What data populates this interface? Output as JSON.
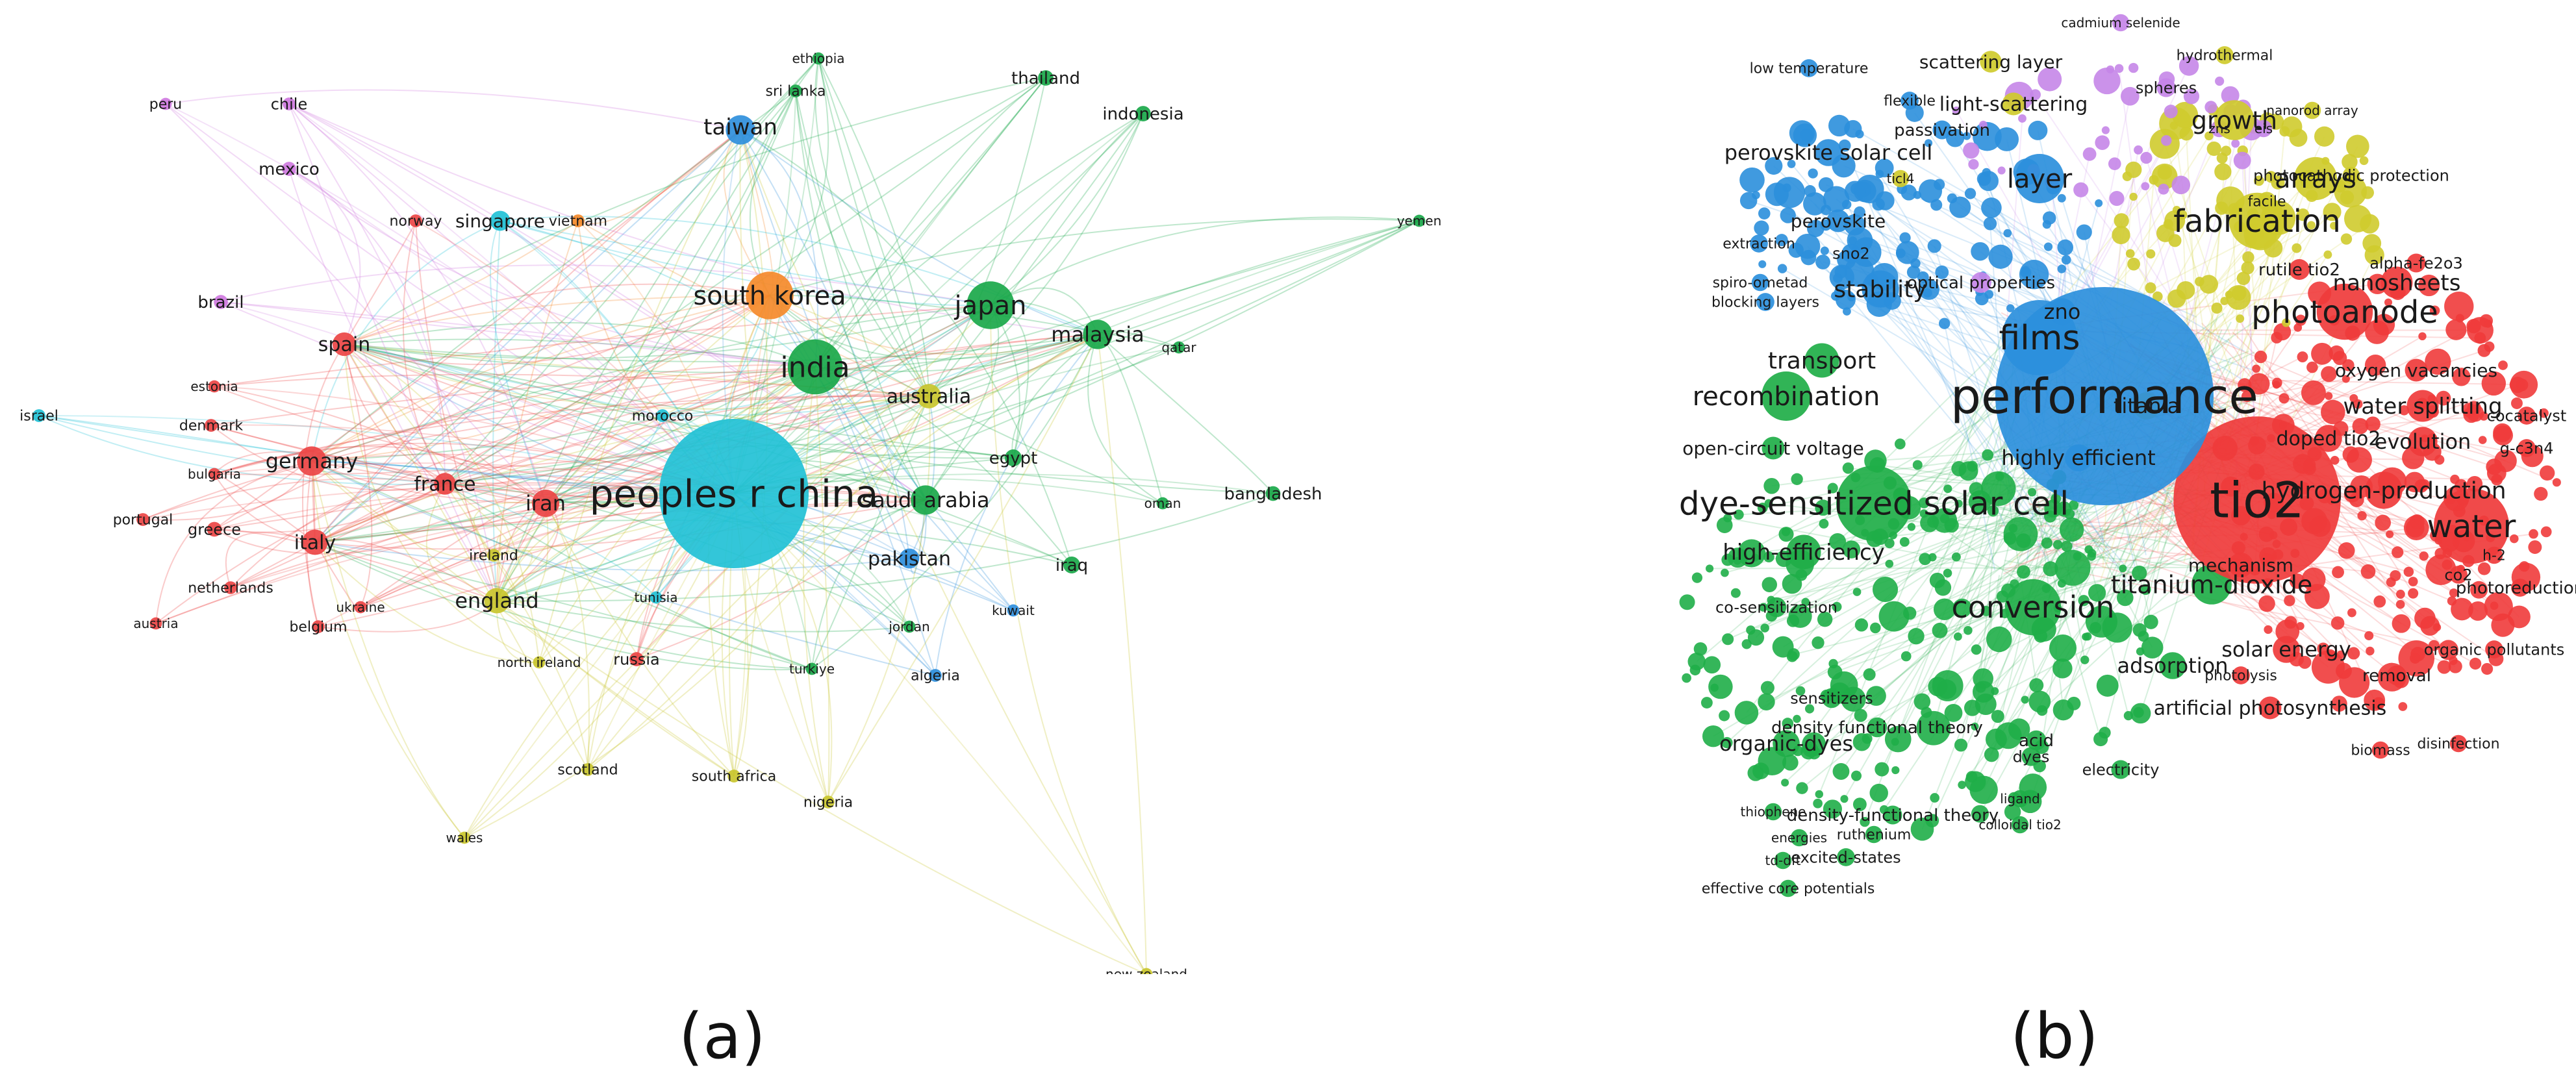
{
  "panel_a": {
    "caption": "(a)",
    "colors": {
      "cyan": "#22c1d6",
      "green": "#1aa84a",
      "lightgreen": "#38c75a",
      "orange": "#f58a2a",
      "red": "#ec4545",
      "blue": "#2f8fdc",
      "pink": "#cf7adf",
      "yellow": "#c9c62e"
    },
    "nodes": [
      {
        "label": "peoples r china",
        "cluster": "cyan",
        "weight": 10
      },
      {
        "label": "india",
        "cluster": "green",
        "weight": 5
      },
      {
        "label": "south korea",
        "cluster": "orange",
        "weight": 4.5
      },
      {
        "label": "japan",
        "cluster": "green",
        "weight": 4.5
      },
      {
        "label": "taiwan",
        "cluster": "blue",
        "weight": 3
      },
      {
        "label": "malaysia",
        "cluster": "green",
        "weight": 3
      },
      {
        "label": "saudi arabia",
        "cluster": "green",
        "weight": 3
      },
      {
        "label": "australia",
        "cluster": "yellow",
        "weight": 2.5
      },
      {
        "label": "germany",
        "cluster": "red",
        "weight": 3
      },
      {
        "label": "iran",
        "cluster": "red",
        "weight": 2.8
      },
      {
        "label": "spain",
        "cluster": "red",
        "weight": 2.4
      },
      {
        "label": "italy",
        "cluster": "red",
        "weight": 2.6
      },
      {
        "label": "england",
        "cluster": "yellow",
        "weight": 2.6
      },
      {
        "label": "france",
        "cluster": "red",
        "weight": 2.2
      },
      {
        "label": "singapore",
        "cluster": "cyan",
        "weight": 2
      },
      {
        "label": "pakistan",
        "cluster": "blue",
        "weight": 2
      },
      {
        "label": "egypt",
        "cluster": "green",
        "weight": 1.6
      },
      {
        "label": "iraq",
        "cluster": "green",
        "weight": 1.6
      },
      {
        "label": "thailand",
        "cluster": "green",
        "weight": 1.4
      },
      {
        "label": "indonesia",
        "cluster": "green",
        "weight": 1.4
      },
      {
        "label": "bangladesh",
        "cluster": "green",
        "weight": 1.3
      },
      {
        "label": "mexico",
        "cluster": "pink",
        "weight": 1.2
      },
      {
        "label": "brazil",
        "cluster": "pink",
        "weight": 1.2
      },
      {
        "label": "chile",
        "cluster": "pink",
        "weight": 1
      },
      {
        "label": "peru",
        "cluster": "pink",
        "weight": 0.9
      },
      {
        "label": "norway",
        "cluster": "red",
        "weight": 1
      },
      {
        "label": "vietnam",
        "cluster": "orange",
        "weight": 1
      },
      {
        "label": "ethiopia",
        "cluster": "green",
        "weight": 0.9
      },
      {
        "label": "sri lanka",
        "cluster": "green",
        "weight": 1
      },
      {
        "label": "qatar",
        "cluster": "green",
        "weight": 0.9
      },
      {
        "label": "oman",
        "cluster": "green",
        "weight": 0.9
      },
      {
        "label": "yemen",
        "cluster": "green",
        "weight": 0.9
      },
      {
        "label": "morocco",
        "cluster": "cyan",
        "weight": 1
      },
      {
        "label": "israel",
        "cluster": "cyan",
        "weight": 1
      },
      {
        "label": "estonia",
        "cluster": "red",
        "weight": 0.9
      },
      {
        "label": "denmark",
        "cluster": "red",
        "weight": 1
      },
      {
        "label": "bulgaria",
        "cluster": "red",
        "weight": 0.9
      },
      {
        "label": "portugal",
        "cluster": "red",
        "weight": 1
      },
      {
        "label": "greece",
        "cluster": "red",
        "weight": 1.3
      },
      {
        "label": "netherlands",
        "cluster": "red",
        "weight": 1
      },
      {
        "label": "ukraine",
        "cluster": "red",
        "weight": 0.9
      },
      {
        "label": "austria",
        "cluster": "red",
        "weight": 0.9
      },
      {
        "label": "belgium",
        "cluster": "red",
        "weight": 1
      },
      {
        "label": "ireland",
        "cluster": "yellow",
        "weight": 1
      },
      {
        "label": "north ireland",
        "cluster": "yellow",
        "weight": 0.9
      },
      {
        "label": "russia",
        "cluster": "red",
        "weight": 1.2
      },
      {
        "label": "tunisia",
        "cluster": "cyan",
        "weight": 0.9
      },
      {
        "label": "jordan",
        "cluster": "green",
        "weight": 0.9
      },
      {
        "label": "kuwait",
        "cluster": "blue",
        "weight": 0.9
      },
      {
        "label": "turkiye",
        "cluster": "green",
        "weight": 0.9
      },
      {
        "label": "algeria",
        "cluster": "blue",
        "weight": 1
      },
      {
        "label": "scotland",
        "cluster": "yellow",
        "weight": 1
      },
      {
        "label": "south africa",
        "cluster": "yellow",
        "weight": 1
      },
      {
        "label": "nigeria",
        "cluster": "yellow",
        "weight": 1
      },
      {
        "label": "wales",
        "cluster": "yellow",
        "weight": 0.9
      },
      {
        "label": "new zealand",
        "cluster": "yellow",
        "weight": 0.9
      }
    ]
  },
  "panel_b": {
    "caption": "(b)",
    "colors": {
      "red": "#ef3b3b",
      "green": "#1fae48",
      "blue": "#2b8fdc",
      "yellow": "#cfcb2d",
      "purple": "#c586e8",
      "cyan": "#1fc0d0"
    },
    "nodes": [
      {
        "label": "performance",
        "cluster": "blue",
        "weight": 10
      },
      {
        "label": "tio2",
        "cluster": "red",
        "weight": 8.5
      },
      {
        "label": "films",
        "cluster": "blue",
        "weight": 5
      },
      {
        "label": "dye-sensitized solar cell",
        "cluster": "green",
        "weight": 5
      },
      {
        "label": "water",
        "cluster": "red",
        "weight": 5
      },
      {
        "label": "photoanode",
        "cluster": "red",
        "weight": 4
      },
      {
        "label": "fabrication",
        "cluster": "yellow",
        "weight": 4
      },
      {
        "label": "conversion",
        "cluster": "green",
        "weight": 4
      },
      {
        "label": "recombination",
        "cluster": "green",
        "weight": 3.6
      },
      {
        "label": "layer",
        "cluster": "blue",
        "weight": 3.6
      },
      {
        "label": "arrays",
        "cluster": "yellow",
        "weight": 3.2
      },
      {
        "label": "growth",
        "cluster": "yellow",
        "weight": 3
      },
      {
        "label": "stability",
        "cluster": "blue",
        "weight": 2.8
      },
      {
        "label": "transport",
        "cluster": "green",
        "weight": 2.6
      },
      {
        "label": "titanium-dioxide",
        "cluster": "green",
        "weight": 3
      },
      {
        "label": "hydrogen-production",
        "cluster": "red",
        "weight": 2.8
      },
      {
        "label": "water splitting",
        "cluster": "red",
        "weight": 2.4
      },
      {
        "label": "nanosheets",
        "cluster": "red",
        "weight": 2.4
      },
      {
        "label": "evolution",
        "cluster": "red",
        "weight": 2.2
      },
      {
        "label": "doped tio2",
        "cluster": "red",
        "weight": 2
      },
      {
        "label": "high-efficiency",
        "cluster": "green",
        "weight": 2.6
      },
      {
        "label": "highly efficient",
        "cluster": "blue",
        "weight": 2
      },
      {
        "label": "zno",
        "cluster": "blue",
        "weight": 2
      },
      {
        "label": "titania",
        "cluster": "yellow",
        "weight": 2
      },
      {
        "label": "perovskite solar cell",
        "cluster": "blue",
        "weight": 2
      },
      {
        "label": "adsorption",
        "cluster": "green",
        "weight": 2
      },
      {
        "label": "solar energy",
        "cluster": "red",
        "weight": 2
      },
      {
        "label": "mechanism",
        "cluster": "red",
        "weight": 1.8
      },
      {
        "label": "oxygen vacancies",
        "cluster": "red",
        "weight": 1.6
      },
      {
        "label": "organic-dyes",
        "cluster": "green",
        "weight": 2
      },
      {
        "label": "artificial photosynthesis",
        "cluster": "red",
        "weight": 1.6
      },
      {
        "label": "open-circuit voltage",
        "cluster": "green",
        "weight": 1.6
      },
      {
        "label": "light-scattering",
        "cluster": "yellow",
        "weight": 1.6
      },
      {
        "label": "scattering layer",
        "cluster": "yellow",
        "weight": 1.5
      },
      {
        "label": "perovskite",
        "cluster": "blue",
        "weight": 1.6
      },
      {
        "label": "optical properties",
        "cluster": "purple",
        "weight": 1.4
      },
      {
        "label": "rutile tio2",
        "cluster": "red",
        "weight": 1.4
      },
      {
        "label": "alpha-fe2o3",
        "cluster": "red",
        "weight": 1.2
      },
      {
        "label": "cocatalyst",
        "cluster": "red",
        "weight": 1.1
      },
      {
        "label": "g-c3n4",
        "cluster": "red",
        "weight": 1.1
      },
      {
        "label": "h-2",
        "cluster": "red",
        "weight": 1
      },
      {
        "label": "co2",
        "cluster": "red",
        "weight": 1.1
      },
      {
        "label": "photoreduction",
        "cluster": "red",
        "weight": 1.1
      },
      {
        "label": "organic pollutants",
        "cluster": "red",
        "weight": 1.1
      },
      {
        "label": "removal",
        "cluster": "red",
        "weight": 1.3
      },
      {
        "label": "photolysis",
        "cluster": "red",
        "weight": 1.1
      },
      {
        "label": "biomass",
        "cluster": "red",
        "weight": 1
      },
      {
        "label": "disinfection",
        "cluster": "red",
        "weight": 1
      },
      {
        "label": "sno2",
        "cluster": "blue",
        "weight": 1.2
      },
      {
        "label": "passivation",
        "cluster": "blue",
        "weight": 1.2
      },
      {
        "label": "flexible",
        "cluster": "blue",
        "weight": 1.1
      },
      {
        "label": "low temperature",
        "cluster": "blue",
        "weight": 1.1
      },
      {
        "label": "ticl4",
        "cluster": "yellow",
        "weight": 1
      },
      {
        "label": "extraction",
        "cluster": "blue",
        "weight": 1.1
      },
      {
        "label": "spiro-ometad",
        "cluster": "blue",
        "weight": 1
      },
      {
        "label": "blocking layers",
        "cluster": "blue",
        "weight": 1.1
      },
      {
        "label": "cadmium selenide",
        "cluster": "purple",
        "weight": 1
      },
      {
        "label": "hydrothermal",
        "cluster": "yellow",
        "weight": 1.1
      },
      {
        "label": "spheres",
        "cluster": "purple",
        "weight": 1.2
      },
      {
        "label": "zns",
        "cluster": "purple",
        "weight": 1
      },
      {
        "label": "eis",
        "cluster": "purple",
        "weight": 1
      },
      {
        "label": "nanorod array",
        "cluster": "yellow",
        "weight": 1
      },
      {
        "label": "photocathodic protection",
        "cluster": "yellow",
        "weight": 1
      },
      {
        "label": "facile",
        "cluster": "yellow",
        "weight": 1.2
      },
      {
        "label": "co-sensitization",
        "cluster": "green",
        "weight": 1.3
      },
      {
        "label": "sensitizers",
        "cluster": "green",
        "weight": 1.3
      },
      {
        "label": "density functional theory",
        "cluster": "green",
        "weight": 1.3
      },
      {
        "label": "acid",
        "cluster": "green",
        "weight": 1.3
      },
      {
        "label": "dyes",
        "cluster": "green",
        "weight": 1.2
      },
      {
        "label": "electricity",
        "cluster": "green",
        "weight": 1.2
      },
      {
        "label": "thiophene",
        "cluster": "green",
        "weight": 1
      },
      {
        "label": "density-functional theory",
        "cluster": "green",
        "weight": 1.2
      },
      {
        "label": "ligand",
        "cluster": "green",
        "weight": 1
      },
      {
        "label": "colloidal tio2",
        "cluster": "green",
        "weight": 1
      },
      {
        "label": "energies",
        "cluster": "green",
        "weight": 1
      },
      {
        "label": "ruthenium",
        "cluster": "green",
        "weight": 1
      },
      {
        "label": "td-dft",
        "cluster": "green",
        "weight": 1
      },
      {
        "label": "excited-states",
        "cluster": "green",
        "weight": 1.1
      },
      {
        "label": "effective core potentials",
        "cluster": "green",
        "weight": 1
      }
    ]
  }
}
